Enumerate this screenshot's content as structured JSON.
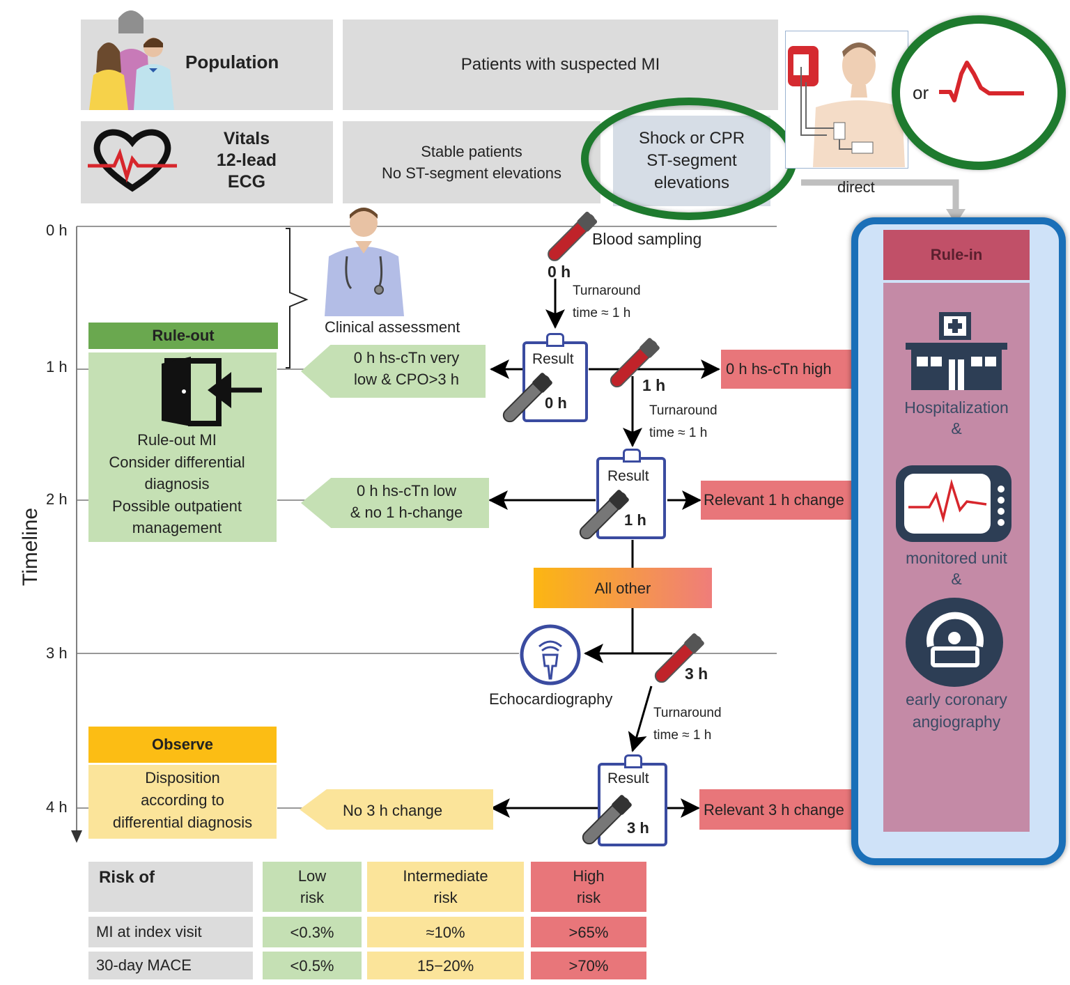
{
  "header": {
    "population_label": "Population",
    "population_text": "Patients with suspected MI",
    "vitals_lines": [
      "Vitals",
      "12-lead",
      "ECG"
    ],
    "stable_lines": [
      "Stable patients",
      "No ST-segment elevations"
    ],
    "shock_lines": [
      "Shock or CPR",
      "ST-segment",
      "elevations"
    ],
    "or_label": "or",
    "direct_label": "direct"
  },
  "timeline": {
    "axis_label": "Timeline",
    "ticks": [
      "0 h",
      "1 h",
      "2 h",
      "3 h",
      "4 h"
    ]
  },
  "flow": {
    "blood_sampling": "Blood sampling",
    "t0": "0 h",
    "t1": "1 h",
    "t3": "3 h",
    "turnaround_1": "Turnaround",
    "turnaround_2": "time ≈ 1 h",
    "clinical_assessment": "Clinical assessment",
    "result": "Result",
    "very_low_lines": [
      "0 h hs-cTn very",
      "low & CPO>3 h"
    ],
    "high": "0 h hs-cTn high",
    "low_lines": [
      "0 h hs-cTn low",
      "& no 1 h-change"
    ],
    "relevant_1h": "Relevant 1 h change",
    "all_other": "All other",
    "echo": "Echocardiography",
    "no_3h": "No 3 h change",
    "relevant_3h": "Relevant 3 h change"
  },
  "rule_out": {
    "title": "Rule-out",
    "lines": [
      "Rule-out MI",
      "Consider differential",
      "diagnosis",
      "Possible outpatient",
      "management"
    ]
  },
  "observe": {
    "title": "Observe",
    "lines": [
      "Disposition",
      "according to",
      "differential diagnosis"
    ]
  },
  "rule_in": {
    "title": "Rule-in",
    "hospitalization": "Hospitalization",
    "amp1": "&",
    "monitored": "monitored unit",
    "amp2": "&",
    "angio_lines": [
      "early coronary",
      "angiography"
    ]
  },
  "risk_table": {
    "header": "Risk of",
    "columns": [
      [
        "Low",
        "risk"
      ],
      [
        "Intermediate",
        "risk"
      ],
      [
        "High",
        "risk"
      ]
    ],
    "rows": [
      {
        "label": "MI at index visit",
        "values": [
          "<0.3%",
          "≈10%",
          ">65%"
        ]
      },
      {
        "label": "30-day MACE",
        "values": [
          "<0.5%",
          "15−20%",
          ">70%"
        ]
      }
    ]
  },
  "colors": {
    "green": "#c5e0b4",
    "green_dark": "#6aa84f",
    "yellow": "#fbe49a",
    "yellow_dark": "#fcbd14",
    "red": "#e8767a",
    "rule_in": "#c48aa6",
    "rule_in_header": "#c15068",
    "highlight_green": "#1e7a2e",
    "highlight_blue": "#1a6fb8"
  }
}
